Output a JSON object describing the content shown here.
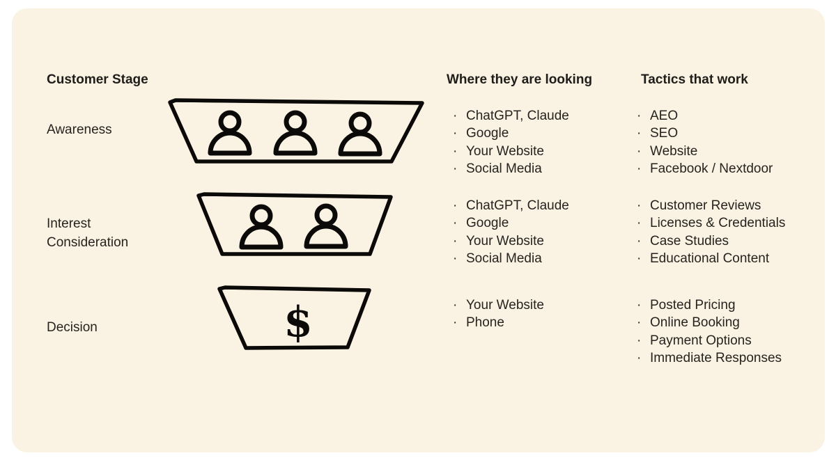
{
  "ui": {
    "bullet": "·",
    "dollar_glyph": "$"
  },
  "colors": {
    "page_bg": "#ffffff",
    "card_bg": "#faf3e3",
    "heading_text": "#1f1d1a",
    "body_text": "#26231f",
    "funnel_ink": "#0c0a08"
  },
  "headers": {
    "customer_stage": "Customer Stage",
    "looking": "Where they are looking",
    "tactics": "Tactics that work"
  },
  "stages": [
    {
      "name": "Awareness",
      "label_lines": [
        "Awareness"
      ],
      "funnel_icon": "three-people",
      "looking": [
        "ChatGPT, Claude",
        "Google",
        "Your Website",
        "Social Media"
      ],
      "tactics": [
        "AEO",
        "SEO",
        "Website",
        "Facebook / Nextdoor"
      ]
    },
    {
      "name": "Interest / Consideration",
      "label_lines": [
        "Interest",
        "Consideration"
      ],
      "funnel_icon": "two-people",
      "looking": [
        "ChatGPT, Claude",
        "Google",
        "Your Website",
        "Social Media"
      ],
      "tactics": [
        "Customer Reviews",
        "Licenses & Credentials",
        "Case Studies",
        "Educational Content"
      ]
    },
    {
      "name": "Decision",
      "label_lines": [
        "Decision"
      ],
      "funnel_icon": "dollar",
      "looking": [
        "Your Website",
        "Phone"
      ],
      "tactics": [
        "Posted Pricing",
        "Online Booking",
        "Payment Options",
        "Immediate Responses"
      ]
    }
  ]
}
